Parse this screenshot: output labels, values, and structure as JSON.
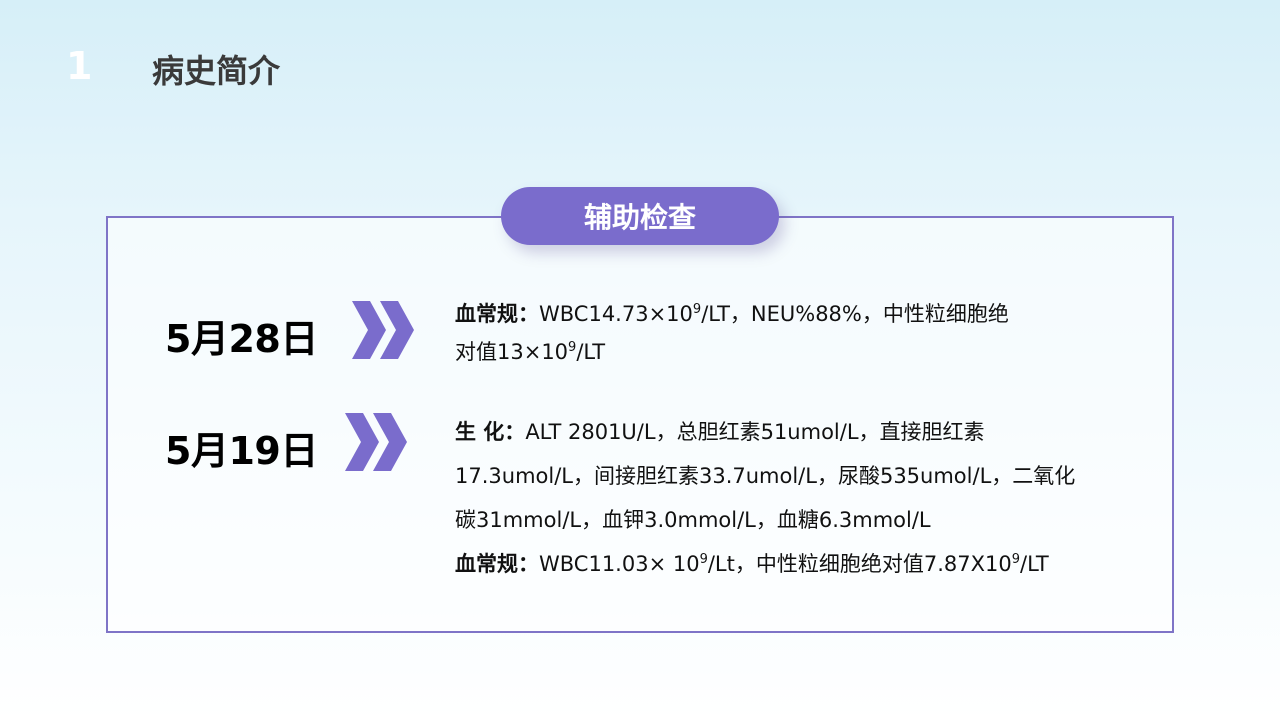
{
  "header": {
    "number": "1",
    "title": "病史简介"
  },
  "panel": {
    "label": "辅助检查"
  },
  "entries": [
    {
      "date": "5月28日",
      "icon": "double-chevron-right-icon",
      "blood_routine_label": "血常规：",
      "blood_routine_a": "WBC14.73×10",
      "blood_routine_a_sup": "9",
      "blood_routine_b": "/LT，NEU%88%，中性粒细胞绝",
      "blood_routine_c": "对值13×10",
      "blood_routine_c_sup": "9",
      "blood_routine_d": "/LT"
    },
    {
      "date": "5月19日",
      "icon": "double-chevron-right-icon",
      "biochem_label": "生 化：",
      "biochem_line1": "ALT 2801U/L，总胆红素51umol/L，直接胆红素",
      "biochem_line2": "17.3umol/L，间接胆红素33.7umol/L，尿酸535umol/L，二氧化",
      "biochem_line3": "碳31mmol/L，血钾3.0mmol/L，血糖6.3mmol/L",
      "blood_routine_label": "血常规：",
      "blood_routine_a": "WBC11.03× 10",
      "blood_routine_a_sup": "9",
      "blood_routine_b": "/Lt，中性粒细胞绝对值7.87X10",
      "blood_routine_b_sup": "9",
      "blood_routine_c": "/LT"
    }
  ],
  "colors": {
    "accent": "#7a6ccc",
    "border": "#7f74c7",
    "chevron": "#7a6ccc"
  }
}
